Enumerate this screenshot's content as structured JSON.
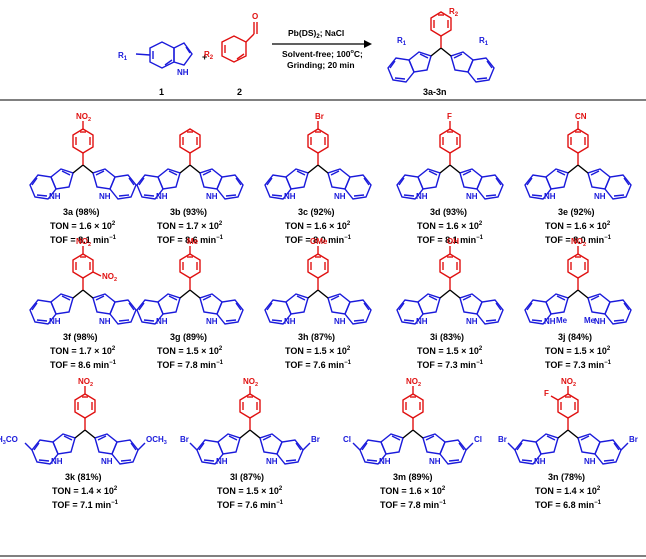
{
  "scheme": {
    "reactant1_num": "1",
    "reactant2_num": "2",
    "product_num": "3a-3n",
    "plus": "+",
    "r1": "R",
    "r1_sub": "1",
    "r2": "R",
    "r2_sub": "2",
    "nh": "NH",
    "o": "O",
    "conditions": [
      "Pb(DS)",
      "2",
      "; NaCl",
      "Solvent-free;  100",
      "o",
      "C;",
      "Grinding; 20 min"
    ]
  },
  "compounds": [
    {
      "id": "3a (98%)",
      "sub": "NO2",
      "ton": "TON = 1.6 × 10",
      "ton_exp": "2",
      "tof": "TOF = 8.1 min",
      "tof_exp": "−1"
    },
    {
      "id": "3b (93%)",
      "sub": "",
      "ton": "TON = 1.7 × 10",
      "ton_exp": "2",
      "tof": "TOF = 8.6 min",
      "tof_exp": "−1"
    },
    {
      "id": "3c (92%)",
      "sub": "Br",
      "ton": "TON = 1.6 × 10",
      "ton_exp": "2",
      "tof": "TOF = 8.0 min",
      "tof_exp": "−1"
    },
    {
      "id": "3d (93%)",
      "sub": "F",
      "ton": "TON = 1.6 × 10",
      "ton_exp": "2",
      "tof": "TOF = 8.1 min",
      "tof_exp": "−1"
    },
    {
      "id": "3e (92%)",
      "sub": "CN",
      "ton": "TON = 1.6 × 10",
      "ton_exp": "2",
      "tof": "TOF = 8.0 min",
      "tof_exp": "−1"
    },
    {
      "id": "3f (98%)",
      "sub": "NO2",
      "sub2": "NO2",
      "ton": "TON = 1.7 × 10",
      "ton_exp": "2",
      "tof": "TOF = 8.6 min",
      "tof_exp": "−1"
    },
    {
      "id": "3g (89%)",
      "sub": "Me",
      "ton": "TON = 1.5 × 10",
      "ton_exp": "2",
      "tof": "TOF = 7.8 min",
      "tof_exp": "−1"
    },
    {
      "id": "3h (87%)",
      "sub": "OMe",
      "ton": "TON = 1.5 × 10",
      "ton_exp": "2",
      "tof": "TOF = 7.6 min",
      "tof_exp": "−1"
    },
    {
      "id": "3i (83%)",
      "sub": "OH",
      "ton": "TON = 1.5 × 10",
      "ton_exp": "2",
      "tof": "TOF = 7.3 min",
      "tof_exp": "−1"
    },
    {
      "id": "3j (84%)",
      "sub": "NO2",
      "indole_sub": "Me",
      "ton": "TON = 1.5 × 10",
      "ton_exp": "2",
      "tof": "TOF = 7.3 min",
      "tof_exp": "−1"
    },
    {
      "id": "3k (81%)",
      "sub": "NO2",
      "indole_sub": "H3CO",
      "indole_sub_r": "OCH3",
      "ton": "TON = 1.4 × 10",
      "ton_exp": "2",
      "tof": "TOF = 7.1 min",
      "tof_exp": "−1"
    },
    {
      "id": "3l (87%)",
      "sub": "NO2",
      "indole_sub": "Br",
      "indole_sub_r": "Br",
      "ton": "TON = 1.5 × 10",
      "ton_exp": "2",
      "tof": "TOF = 7.6 min",
      "tof_exp": "−1"
    },
    {
      "id": "3m (89%)",
      "sub": "NO2",
      "indole_sub": "Cl",
      "indole_sub_r": "Cl",
      "ton": "TON = 1.6 × 10",
      "ton_exp": "2",
      "tof": "TOF = 7.8 min",
      "tof_exp": "−1"
    },
    {
      "id": "3n (78%)",
      "sub": "NO2",
      "sub_ortho": "F",
      "indole_sub": "Br",
      "indole_sub_r": "Br",
      "ton": "TON = 1.4 × 10",
      "ton_exp": "2",
      "tof": "TOF = 6.8 min",
      "tof_exp": "−1"
    }
  ],
  "colors": {
    "indole": "#1a1adb",
    "aryl": "#e01010",
    "text": "#000000"
  }
}
